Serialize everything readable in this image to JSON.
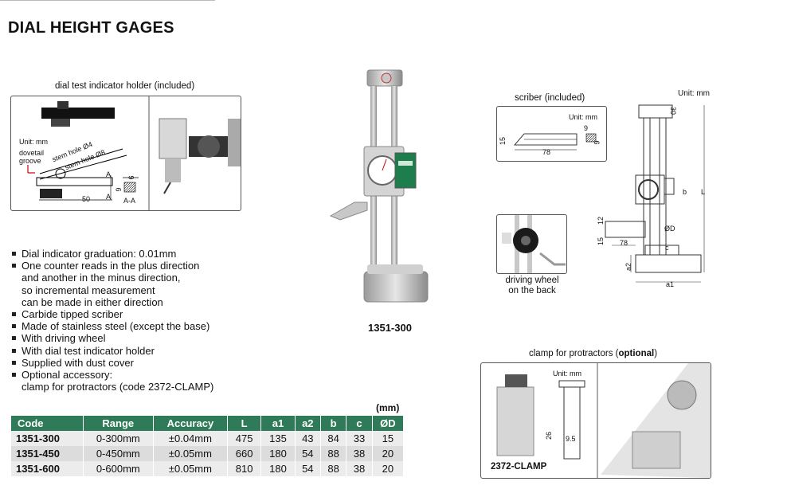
{
  "title": "DIAL HEIGHT GAGES",
  "holder": {
    "caption": "dial test indicator holder (included)",
    "unit": "Unit: mm",
    "dovetail": "dovetail\ngroove",
    "stem4": "stem hole Ø4",
    "stem8": "stem hole Ø8",
    "dim50": "50",
    "dimA1": "A",
    "dimA2": "A",
    "dim9": "9",
    "dim6": "6",
    "section": "A-A"
  },
  "product": {
    "code": "1351-300"
  },
  "scriber": {
    "caption": "scriber (included)",
    "unit": "Unit: mm",
    "d15": "15",
    "d78": "78",
    "d9a": "9",
    "d9b": "9"
  },
  "driving": {
    "caption": "driving wheel\non the back"
  },
  "drawing": {
    "unit": "Unit: mm",
    "d30": "30",
    "b": "b",
    "L": "L",
    "d12": "12",
    "D": "ØD",
    "d15": "15",
    "d78": "78",
    "c": "c",
    "a2": "a2",
    "a1": "a1"
  },
  "clamp": {
    "caption_pre": "clamp for protractors (",
    "caption_bold": "optional",
    "caption_post": ")",
    "unit": "Unit: mm",
    "d26": "26",
    "d95": "9.5",
    "code": "2372-CLAMP"
  },
  "features": [
    "Dial indicator graduation: 0.01mm",
    "One counter reads in the plus direction\nand another in the minus direction,\nso incremental measurement\ncan be made in either direction",
    "Carbide tipped scriber",
    "Made of stainless steel (except the base)",
    "With driving wheel",
    "With dial test indicator holder",
    "Supplied with dust cover",
    "Optional accessory:\nclamp for protractors (code 2372-CLAMP)"
  ],
  "table": {
    "unit": "(mm)",
    "headers": [
      "Code",
      "Range",
      "Accuracy",
      "L",
      "a1",
      "a2",
      "b",
      "c",
      "ØD"
    ],
    "rows": [
      [
        "1351-300",
        "0-300mm",
        "±0.04mm",
        "475",
        "135",
        "43",
        "84",
        "33",
        "15"
      ],
      [
        "1351-450",
        "0-450mm",
        "±0.05mm",
        "660",
        "180",
        "54",
        "88",
        "38",
        "20"
      ],
      [
        "1351-600",
        "0-600mm",
        "±0.05mm",
        "810",
        "180",
        "54",
        "88",
        "38",
        "20"
      ]
    ]
  }
}
